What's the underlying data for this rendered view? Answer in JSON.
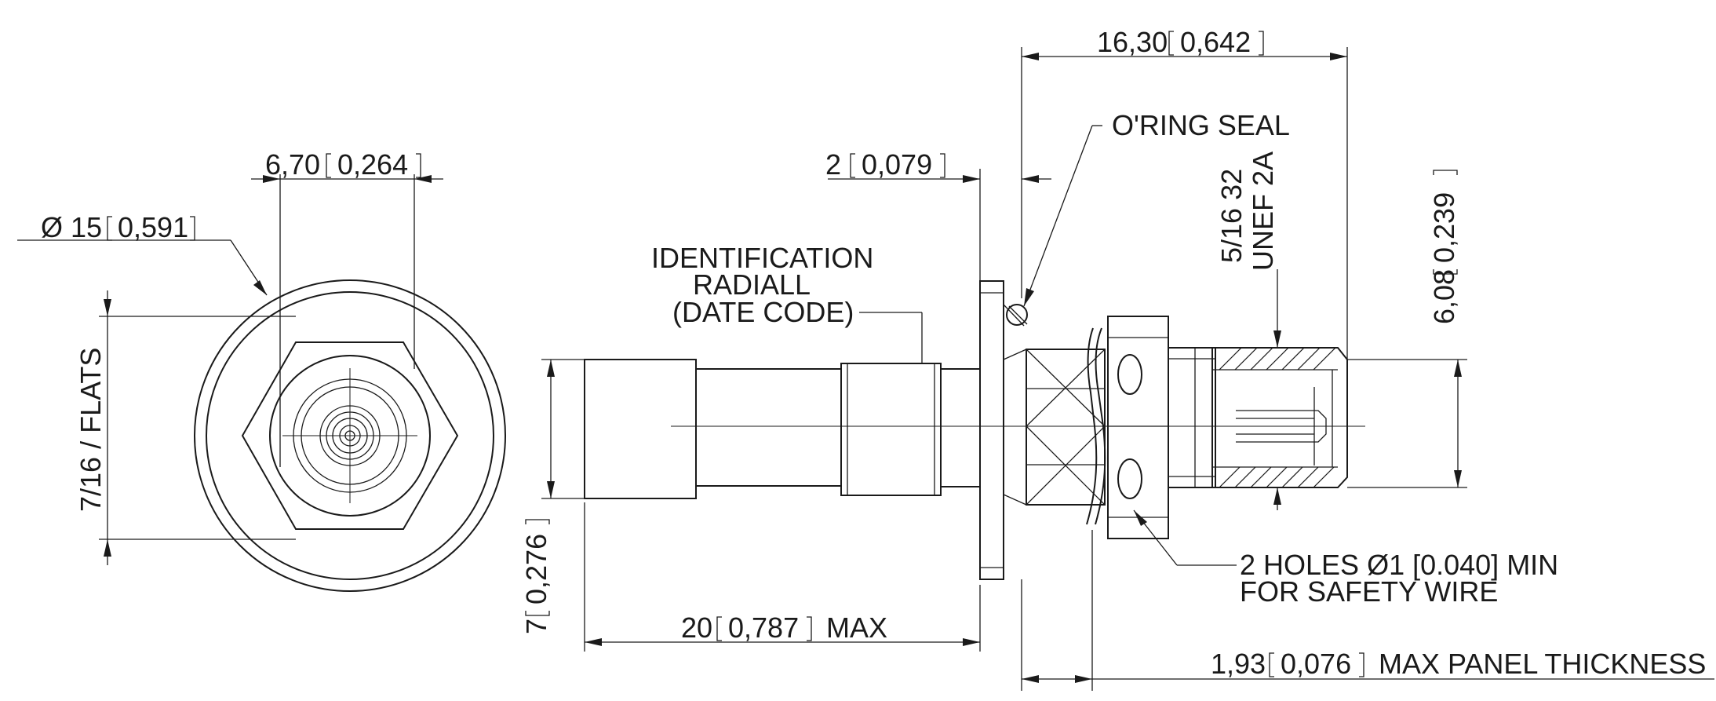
{
  "front_view": {
    "diameter_symbol": "Ø",
    "diameter_value": "15",
    "diameter_inch": "0,591",
    "width_value": "6,70",
    "width_inch": "0,264",
    "flats_label": "7/16 / FLATS"
  },
  "side_view": {
    "identification_lines": [
      "IDENTIFICATION",
      "RADIALL",
      "(DATE CODE)"
    ],
    "oring_label": "O'RING SEAL",
    "thread_lines": [
      "5/16 32",
      "UNEF 2A"
    ],
    "holes_lines": [
      "2 HOLES  Ø1 [0.040] MIN",
      "FOR SAFETY WIRE"
    ],
    "dim_flange": {
      "value": "2",
      "inch": "0,079"
    },
    "dim_overall": {
      "value": "16,30",
      "inch": "0,642"
    },
    "dim_height": {
      "value": "6,08",
      "inch": "0,239"
    },
    "dim_body_dia": {
      "value": "7",
      "inch": "0,276"
    },
    "dim_length": {
      "value": "20",
      "inch": "0,787",
      "suffix": "MAX"
    },
    "dim_panel": {
      "value": "1,93",
      "inch": "0,076",
      "suffix": "MAX PANEL THICKNESS"
    }
  }
}
